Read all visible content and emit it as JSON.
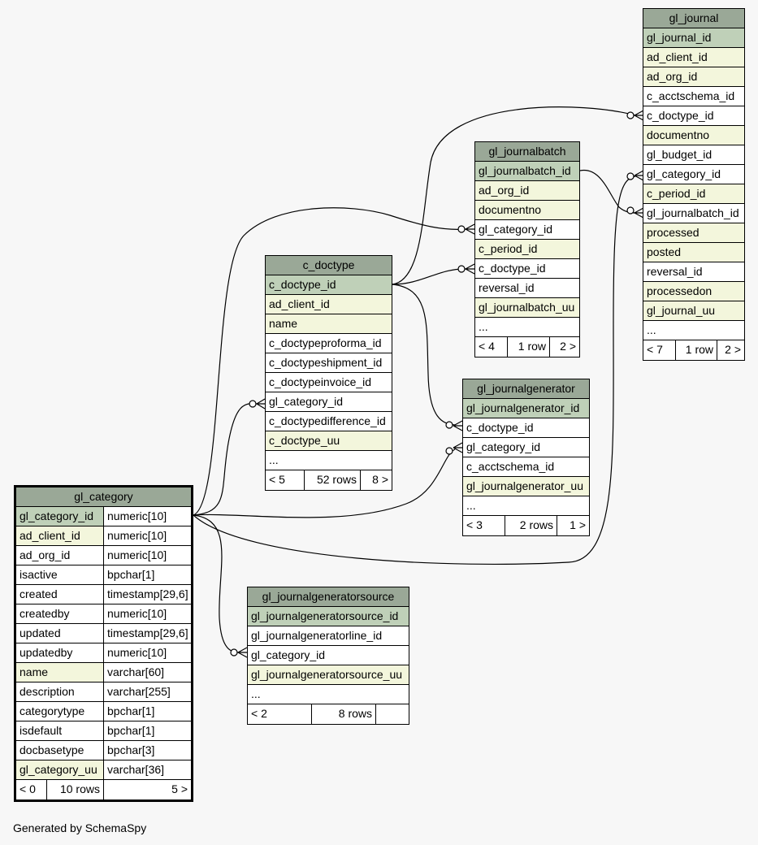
{
  "footer_text": "Generated by SchemaSpy",
  "tables": {
    "gl_journal": {
      "title": "gl_journal",
      "columns": [
        "gl_journal_id",
        "ad_client_id",
        "ad_org_id",
        "c_acctschema_id",
        "c_doctype_id",
        "documentno",
        "gl_budget_id",
        "gl_category_id",
        "c_period_id",
        "gl_journalbatch_id",
        "processed",
        "posted",
        "reversal_id",
        "processedon",
        "gl_journal_uu",
        "..."
      ],
      "footer": [
        "< 7",
        "1 row",
        "2 >"
      ]
    },
    "gl_journalbatch": {
      "title": "gl_journalbatch",
      "columns": [
        "gl_journalbatch_id",
        "ad_org_id",
        "documentno",
        "gl_category_id",
        "c_period_id",
        "c_doctype_id",
        "reversal_id",
        "gl_journalbatch_uu",
        "..."
      ],
      "footer": [
        "< 4",
        "1 row",
        "2 >"
      ]
    },
    "c_doctype": {
      "title": "c_doctype",
      "columns": [
        "c_doctype_id",
        "ad_client_id",
        "name",
        "c_doctypeproforma_id",
        "c_doctypeshipment_id",
        "c_doctypeinvoice_id",
        "gl_category_id",
        "c_doctypedifference_id",
        "c_doctype_uu",
        "..."
      ],
      "footer": [
        "< 5",
        "52 rows",
        "8 >"
      ]
    },
    "gl_journalgenerator": {
      "title": "gl_journalgenerator",
      "columns": [
        "gl_journalgenerator_id",
        "c_doctype_id",
        "gl_category_id",
        "c_acctschema_id",
        "gl_journalgenerator_uu",
        "..."
      ],
      "footer": [
        "< 3",
        "2 rows",
        "1 >"
      ]
    },
    "gl_journalgeneratorsource": {
      "title": "gl_journalgeneratorsource",
      "columns": [
        "gl_journalgeneratorsource_id",
        "gl_journalgeneratorline_id",
        "gl_category_id",
        "gl_journalgeneratorsource_uu",
        "..."
      ],
      "footer": [
        "< 2",
        "8 rows",
        ""
      ]
    },
    "gl_category": {
      "title": "gl_category",
      "columns": [
        {
          "name": "gl_category_id",
          "type": "numeric[10]"
        },
        {
          "name": "ad_client_id",
          "type": "numeric[10]"
        },
        {
          "name": "ad_org_id",
          "type": "numeric[10]"
        },
        {
          "name": "isactive",
          "type": "bpchar[1]"
        },
        {
          "name": "created",
          "type": "timestamp[29,6]"
        },
        {
          "name": "createdby",
          "type": "numeric[10]"
        },
        {
          "name": "updated",
          "type": "timestamp[29,6]"
        },
        {
          "name": "updatedby",
          "type": "numeric[10]"
        },
        {
          "name": "name",
          "type": "varchar[60]"
        },
        {
          "name": "description",
          "type": "varchar[255]"
        },
        {
          "name": "categorytype",
          "type": "bpchar[1]"
        },
        {
          "name": "isdefault",
          "type": "bpchar[1]"
        },
        {
          "name": "docbasetype",
          "type": "bpchar[3]"
        },
        {
          "name": "gl_category_uu",
          "type": "varchar[36]"
        }
      ],
      "footer": [
        "< 0",
        "10 rows",
        "5 >"
      ]
    }
  }
}
